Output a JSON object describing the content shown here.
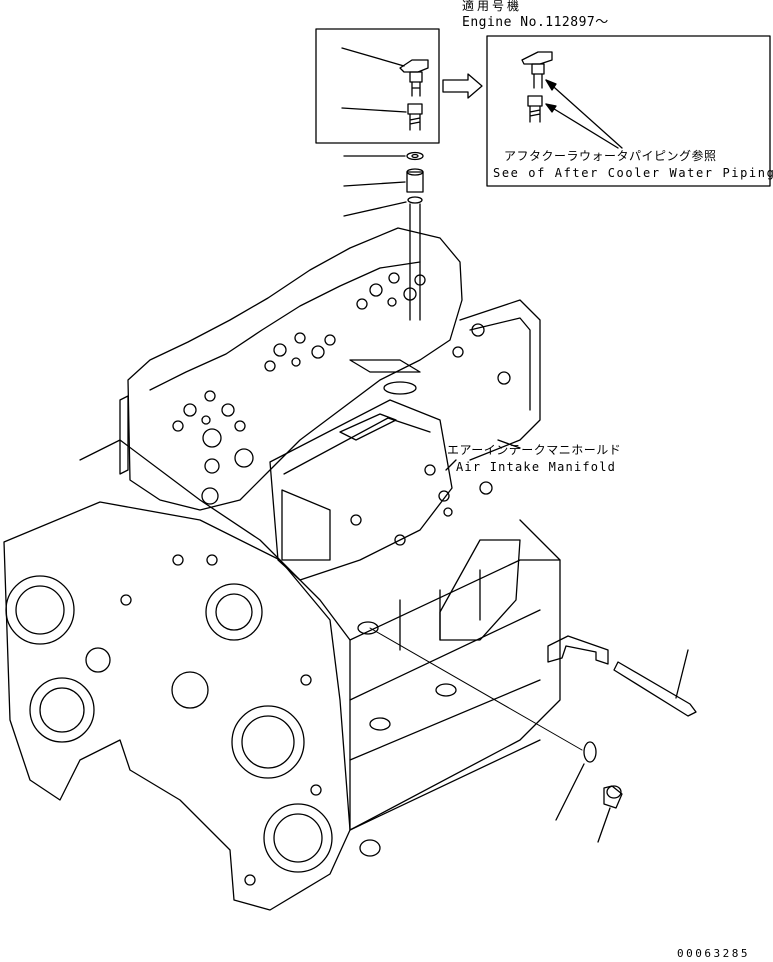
{
  "applicability": {
    "jp": "適用号機",
    "en": "Engine No.112897～"
  },
  "callouts": {
    "aftercooler_jp": "アフタクーラウォータパイピング参照",
    "aftercooler_en": "See of After Cooler Water Piping",
    "manifold_jp": "エアーインテークマニホールド",
    "manifold_en": "Air Intake Manifold"
  },
  "drawing_number": "00063285",
  "colors": {
    "line": "#000000",
    "background": "#ffffff"
  }
}
